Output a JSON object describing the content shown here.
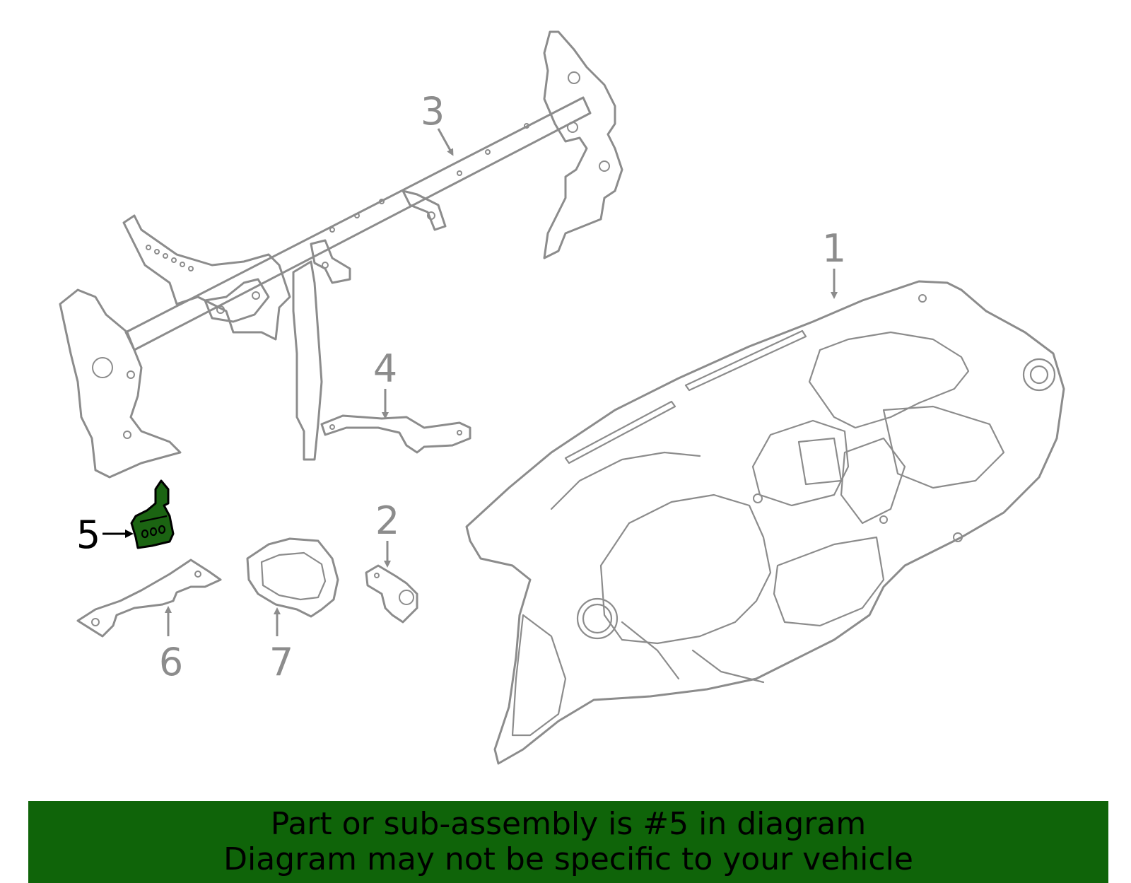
{
  "diagram": {
    "highlight_color": "#1b6412",
    "line_color": "#8c8c8c",
    "highlighted_callout": "5",
    "callouts": {
      "c1": "1",
      "c2": "2",
      "c3": "3",
      "c4": "4",
      "c5": "5",
      "c6": "6",
      "c7": "7"
    }
  },
  "banner": {
    "background": "#0f6409",
    "line1": "Part or sub-assembly is #5 in diagram",
    "line2": "Diagram may not be specific to your vehicle"
  }
}
